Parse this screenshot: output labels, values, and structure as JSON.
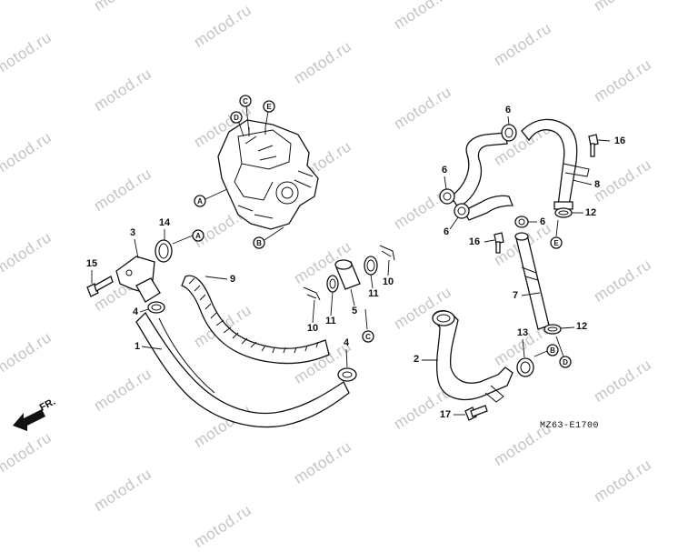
{
  "watermark": "motod.ru",
  "diagram_code": "MZ63-E1700",
  "front_label": "FR.",
  "callouts": {
    "c1": "1",
    "c2": "2",
    "c3": "3",
    "c4a": "4",
    "c4b": "4",
    "c5": "5",
    "c6a": "6",
    "c6b": "6",
    "c6c": "6",
    "c6d": "6",
    "c7": "7",
    "c8": "8",
    "c9": "9",
    "c10a": "10",
    "c10b": "10",
    "c11a": "11",
    "c11b": "11",
    "c12a": "12",
    "c12b": "12",
    "c13": "13",
    "c14": "14",
    "c15": "15",
    "c16a": "16",
    "c16b": "16",
    "c17": "17"
  },
  "refs": {
    "engine_a": "A",
    "engine_b": "B",
    "engine_c": "C",
    "engine_d": "D",
    "engine_e": "E",
    "a2": "A",
    "b2": "B",
    "c2": "C",
    "d2": "D",
    "e2": "E"
  }
}
